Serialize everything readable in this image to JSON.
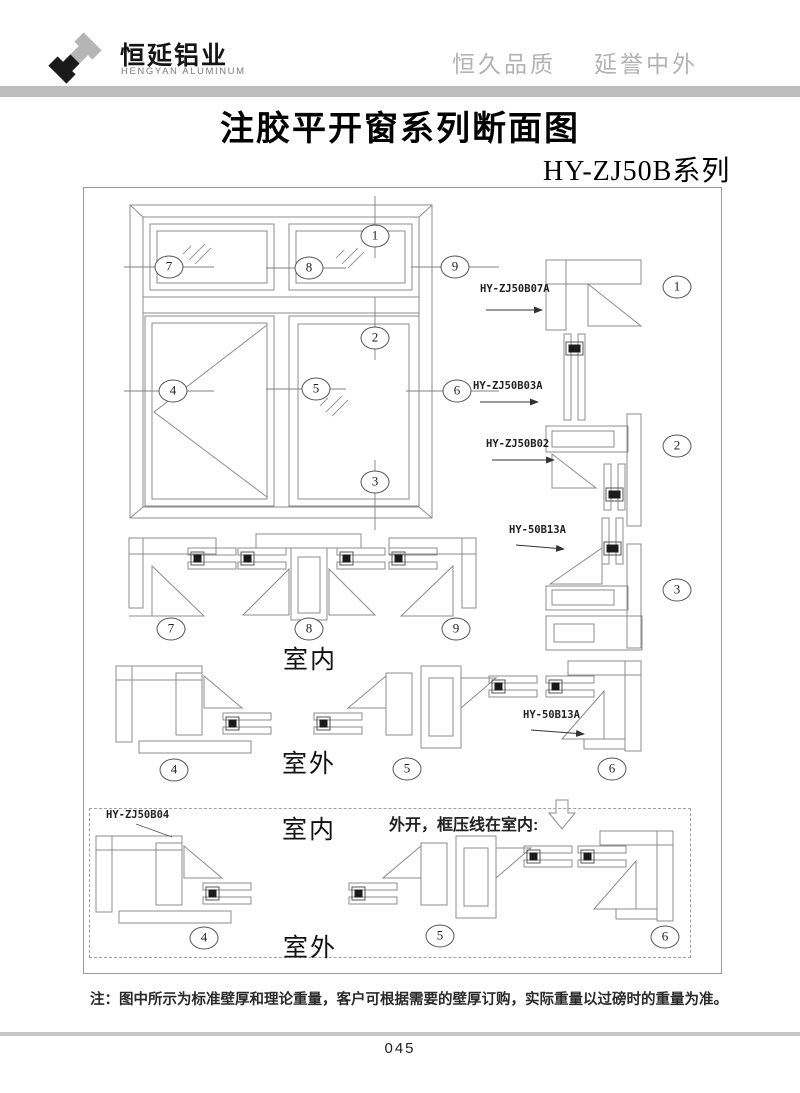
{
  "header": {
    "brand_name": "恒延铝业",
    "brand_sub": "HENGYAN ALUMINUM",
    "slogan_left": "恒久品质",
    "slogan_right": "延誉中外"
  },
  "title": "注胶平开窗系列断面图",
  "series_label": "HY-ZJ50B系列",
  "diagram": {
    "callout_numbers": {
      "n1": "1",
      "n2": "2",
      "n3": "3",
      "n4": "4",
      "n5": "5",
      "n6": "6",
      "n7": "7",
      "n8": "8",
      "n9": "9"
    },
    "profile_labels": {
      "b07a": "HY-ZJ50B07A",
      "b03a": "HY-ZJ50B03A",
      "b02": "HY-ZJ50B02",
      "b13a": "HY-50B13A",
      "b04": "HY-ZJ50B04"
    },
    "room_indoor": "室内",
    "room_outdoor": "室外",
    "open_note": "外开，框压线在室内:"
  },
  "footer": {
    "note": "注：图中所示为标准壁厚和理论重量，客户可根据需要的壁厚订购，实际重量以过磅时的重量为准。",
    "page_number": "045"
  },
  "colors": {
    "header_bar": "#bdbdbd",
    "footer_bar": "#c6c6c6",
    "line_gray": "#8c8c8c",
    "slogan_gray": "#b3b3b3"
  }
}
